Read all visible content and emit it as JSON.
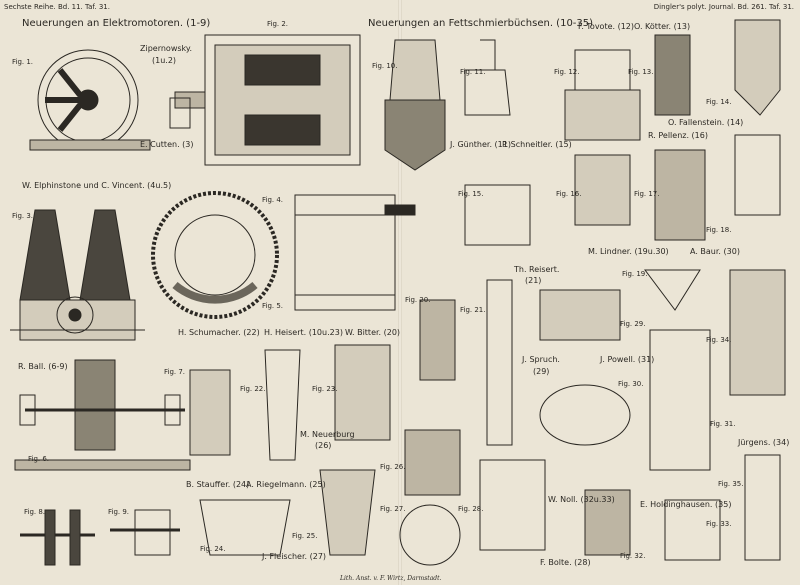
{
  "header": {
    "left": "Sechste Reihe. Bd. 11. Taf. 31.",
    "right": "Dingler's polyt. Journal. Bd. 261. Taf. 31."
  },
  "sections": {
    "elektromotoren": "Neuerungen an Elektromotoren. (1-9)",
    "fettschmier": "Neuerungen an Fettschmierbüchsen. (10-35)"
  },
  "inventors": {
    "zipernowsky": "Zipernowsky.",
    "zipernowsky_ref": "(1u.2)",
    "cutten": "E. Cutten. (3)",
    "elphinstone": "W. Elphinstone und C. Vincent. (4u.5)",
    "schumacher": "H. Schumacher. (22)",
    "heisert": "H. Heisert. (10u.23)",
    "bitter": "W. Bitter. (20)",
    "ball": "R. Ball. (6-9)",
    "stauffer": "B. Stauffer. (24)",
    "riegelmann": "A. Riegelmann. (25)",
    "fleischer": "J. Fleischer. (27)",
    "neuerburg": "M. Neuerburg",
    "neuerburg_ref": "(26)",
    "guenther": "J. Günther. (11)",
    "schneitler": "P. Schneitler. (15)",
    "tovote": "F. Tovote. (12)",
    "koetter": "O. Kötter. (13)",
    "fallenstein": "O. Fallenstein. (14)",
    "pellenz": "R. Pellenz. (16)",
    "lindner": "M. Lindner. (19u.30)",
    "baur": "A. Baur. (30)",
    "reisert": "Th. Reisert.",
    "reisert_ref": "(21)",
    "spruch": "J. Spruch.",
    "spruch_ref": "(29)",
    "powell": "J. Powell. (31)",
    "noll": "W. Noll. (32u.33)",
    "holdinghausen": "E. Holdinghausen. (35)",
    "bolte": "F. Bolte. (28)",
    "juergens": "Jürgens. (34)"
  },
  "figs": {
    "f1": "Fig. 1.",
    "f2": "Fig. 2.",
    "f3": "Fig. 3.",
    "f4": "Fig. 4.",
    "f5": "Fig. 5.",
    "f6": "Fig. 6.",
    "f7": "Fig. 7.",
    "f8": "Fig. 8.",
    "f9": "Fig. 9.",
    "f10": "Fig. 10.",
    "f11": "Fig. 11.",
    "f12": "Fig. 12.",
    "f13": "Fig. 13.",
    "f14": "Fig. 14.",
    "f15": "Fig. 15.",
    "f16": "Fig. 16.",
    "f17": "Fig. 17.",
    "f18": "Fig. 18.",
    "f19": "Fig. 19.",
    "f20": "Fig. 20.",
    "f21": "Fig. 21.",
    "f22": "Fig. 22.",
    "f23": "Fig. 23.",
    "f24": "Fig. 24.",
    "f25": "Fig. 25.",
    "f26": "Fig. 26.",
    "f27": "Fig. 27.",
    "f28": "Fig. 28.",
    "f29": "Fig. 29.",
    "f30": "Fig. 30.",
    "f31": "Fig. 31.",
    "f32": "Fig. 32.",
    "f33": "Fig. 33.",
    "f34": "Fig. 34.",
    "f35": "Fig. 35."
  },
  "footer": "Lith. Anst. v. F. Wirtz, Darmstadt."
}
